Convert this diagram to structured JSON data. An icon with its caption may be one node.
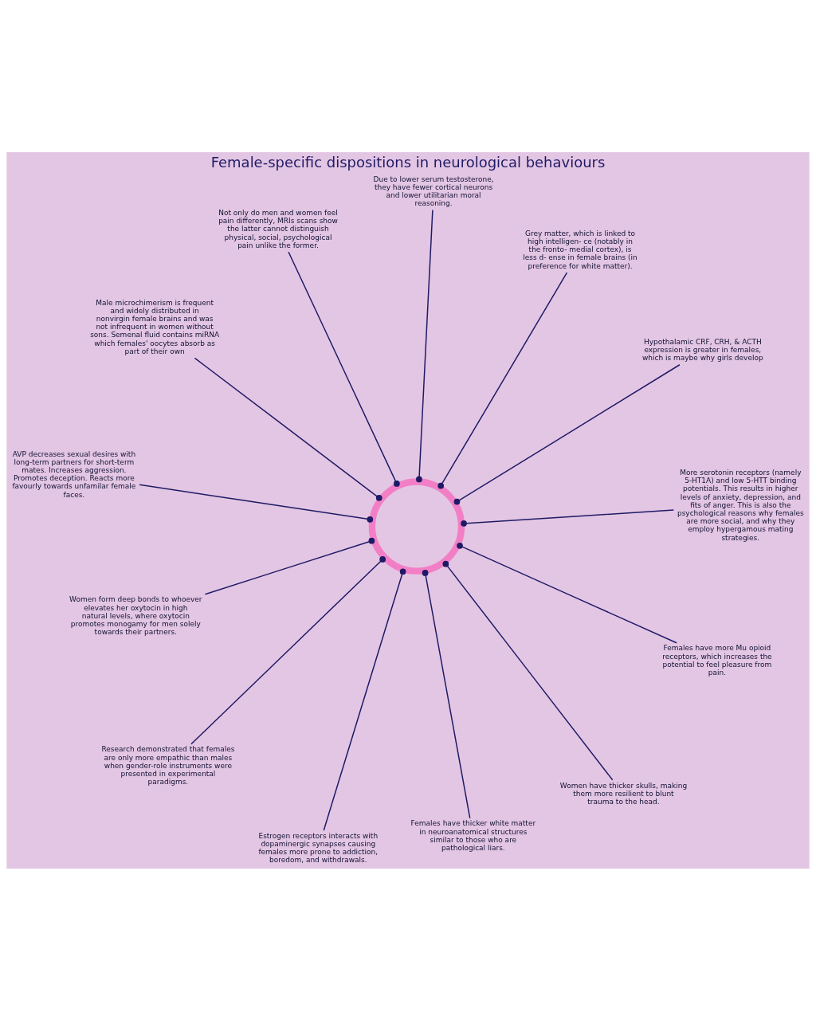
{
  "diagram": {
    "title": "Female-specific dispositions in neurological behaviours",
    "nodes": [
      {
        "text": [
          "AVP decreases sexual desires with long-term partners for short-term mates. Increases aggression. Promotes deception. Reacts more favourly towards unfamilar female faces."
        ]
      },
      {
        "text": [
          "More serotonin receptors (namely 5-HT1A) and low 5-HTT binding potentials. This results in higher levels of anxiety, depression, and fits of anger. This is also the psychological reasons why females are more social, and why they employ hypergamous mating strategies."
        ]
      },
      {
        "text": [
          "Estrogen receptors interacts with dopaminergic synapses causing females more prone to addiction, boredom, and withdrawals."
        ]
      },
      {
        "text": [
          "Due to lower serum testosterone, they have fewer cortical neurons and lower utilitarian moral reasoning."
        ]
      },
      {
        "text": [
          "Grey matter, which is linked to high intelligen- ce (notably in the fronto- medial cortex), is less d- ense in female brains (in preference for white matter)."
        ]
      },
      {
        "text": [
          "Not only do men and women feel pain differently, MRIs scans show the latter cannot distinguish physical, social, psychological pain unlike the former."
        ]
      },
      {
        "text": [
          "Research demonstrated that females are only more empathic than males when gender-role instruments were presented in experimental paradigms."
        ]
      },
      {
        "text": [
          "Females have more Mu opioid receptors, which increases the potential to feel pleasure from pain."
        ]
      },
      {
        "text": [
          "Women form deep bonds to whoever elevates her oxytocin in high natural levels, where oxytocin promotes monogamy for men solely towards their partners."
        ]
      },
      {
        "text": [
          "Women have thicker skulls, making them more resilient to blunt trauma to the head."
        ]
      },
      {
        "text": [
          "Females have thicker white matter in neuroanatomical structures similar to those who are pathological liars."
        ]
      },
      {
        "text": [
          "Male microchimerism is frequent and widely distributed in nonvirgin female brains and was not infrequent in women without sons. Semenal fluid contains miRNA which females' oocytes absorb as part of their own"
        ]
      },
      {
        "text": [
          "Hypothalamic CRF, CRH, & ACTH expression is greater in females, which is maybe why girls develop"
        ]
      },
      {
        "text": [],
        "shape": "picture"
      }
    ],
    "edges": [
      {
        "from": 0,
        "to": 13,
        "arrow": "other"
      },
      {
        "from": 1,
        "to": 13,
        "arrow": "other"
      },
      {
        "from": 2,
        "to": 13,
        "arrow": "other"
      },
      {
        "from": 3,
        "to": 13,
        "arrow": "other"
      },
      {
        "from": 4,
        "to": 13,
        "arrow": "other"
      },
      {
        "from": 5,
        "to": 13,
        "arrow": "other"
      },
      {
        "from": 6,
        "to": 13,
        "arrow": "other"
      },
      {
        "from": 7,
        "to": 13,
        "arrow": "other"
      },
      {
        "from": 8,
        "to": 13,
        "arrow": "other"
      },
      {
        "from": 9,
        "to": 13,
        "arrow": "other"
      },
      {
        "from": 10,
        "to": 13,
        "arrow": "other"
      },
      {
        "from": 11,
        "to": 13,
        "arrow": "other"
      },
      {
        "from": 12,
        "to": 13,
        "arrow": "other"
      }
    ]
  }
}
